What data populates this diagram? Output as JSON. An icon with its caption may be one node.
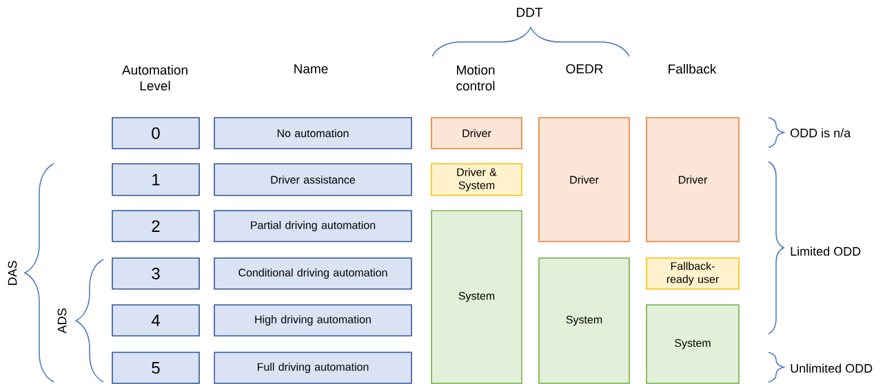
{
  "diagram": {
    "nodes": [
      {
        "text": [
          "0"
        ]
      },
      {
        "text": [
          "No automation"
        ]
      },
      {
        "text": [
          "Driver"
        ]
      },
      {
        "text": [
          "Driver"
        ]
      },
      {
        "text": [
          "Driver"
        ]
      },
      {
        "text": [
          "1"
        ]
      },
      {
        "text": [
          "Driver assistance"
        ]
      },
      {
        "text": [
          "Driver & System"
        ]
      },
      {
        "text": [
          "2"
        ]
      },
      {
        "text": [
          "Partial driving automation"
        ]
      },
      {
        "text": [
          "System"
        ]
      },
      {
        "text": [
          "3"
        ]
      },
      {
        "text": [
          "Conditional driving automation"
        ]
      },
      {
        "text": [
          "System"
        ]
      },
      {
        "text": [
          "Fallback-ready user"
        ]
      },
      {
        "text": [
          "4"
        ]
      },
      {
        "text": [
          "High driving automation"
        ]
      },
      {
        "text": [
          "System"
        ]
      },
      {
        "text": [
          "5"
        ]
      },
      {
        "text": [
          "Full driving automation"
        ]
      }
    ],
    "labels": [
      "DDT",
      "Automation Level",
      "Name",
      "Motion control",
      "OEDR",
      "Fallback",
      "ODD is n/a",
      "DAS",
      "Limited ODD",
      "ADS",
      "Unlimited ODD"
    ]
  }
}
